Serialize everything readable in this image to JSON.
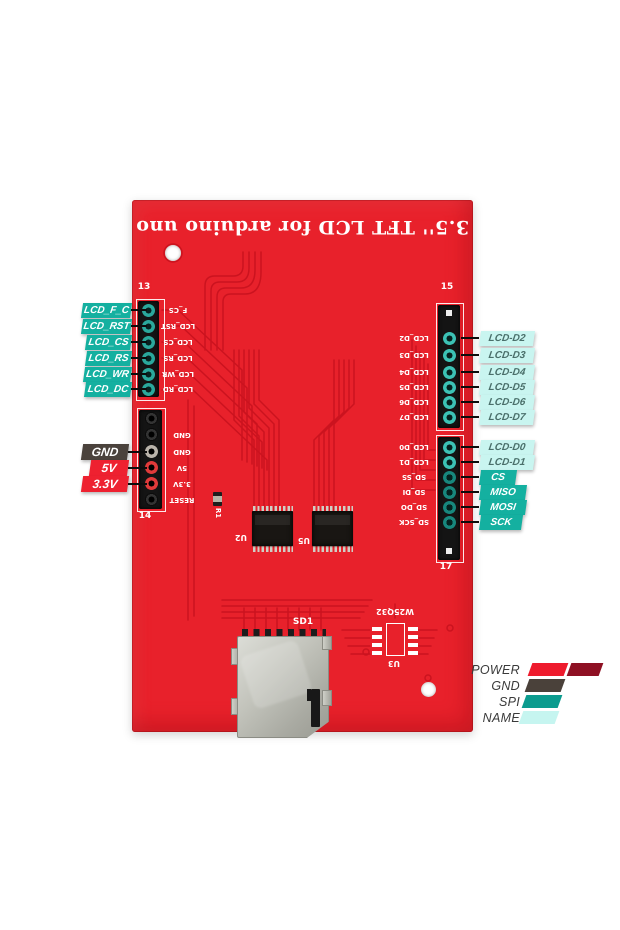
{
  "title": "3.5'' TFT LCD for arduino uno",
  "colors": {
    "board": "#e8212b",
    "spi_label": "#14b0a0",
    "name_label": "#c9f5f0",
    "gnd_label": "#4a423c",
    "power_label": "#ee2130"
  },
  "callouts": {
    "left_spi": [
      "LCD_F_C",
      "LCD_RST",
      "LCD_CS",
      "LCD_RS",
      "LCD_WR",
      "LCD_DC"
    ],
    "power": [
      "GND",
      "5V",
      "3.3V"
    ],
    "right_upper": [
      "LCD-D2",
      "LCD-D3",
      "LCD-D4",
      "LCD-D5",
      "LCD-D6",
      "LCD-D7"
    ],
    "right_lower_name": [
      "LCD-D0",
      "LCD-D1"
    ],
    "right_lower_spi": [
      "CS",
      "MISO",
      "MOSI",
      "SCK"
    ]
  },
  "silkscreen": {
    "refs": {
      "left_header": "13",
      "power_header": "14",
      "right_top_header": "15",
      "right_bottom_header": "17"
    },
    "left_header_pins": [
      "F_CS",
      "LCD_RST",
      "LCD_CS",
      "LCD_RS",
      "LCD_WR",
      "LCD_RD"
    ],
    "power_pins": [
      "GND",
      "GND",
      "5V",
      "3.3V",
      "RESET"
    ],
    "right_top_pins": [
      "LCD_D2",
      "LCD_D3",
      "LCD_D4",
      "LCD_D5",
      "LCD_D6",
      "LCD_D7"
    ],
    "right_bottom_pins": [
      "LCD_D0",
      "LCD_D1",
      "SD_SS",
      "SD_DI",
      "SD_DO",
      "SD_SCK"
    ],
    "components": {
      "u2": "U2",
      "u5": "U5",
      "u3": "U3",
      "r1": "R1",
      "sd": "SD1",
      "flash": "W25Q32"
    }
  },
  "legend": {
    "rows": [
      {
        "label": "POWER",
        "swatches": [
          "#ee1b2d",
          "#8e1023"
        ]
      },
      {
        "label": "GND",
        "swatches": [
          "#4a413a"
        ]
      },
      {
        "label": "SPI",
        "swatches": [
          "#0b9b8e"
        ]
      },
      {
        "label": "NAME",
        "swatches": [
          "#c6f5f0"
        ]
      }
    ]
  }
}
